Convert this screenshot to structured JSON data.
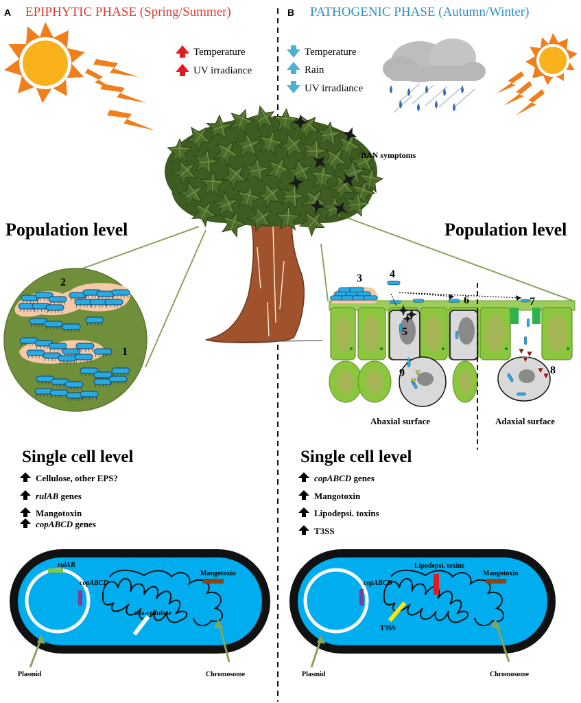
{
  "panels": {
    "a": {
      "letter": "A",
      "title": "EPIPHYTIC PHASE (Spring/Summer)",
      "title_color": "#e03a2f"
    },
    "b": {
      "letter": "B",
      "title": "PATHOGENIC PHASE (Autumn/Winter)",
      "title_color": "#2b8fc4"
    }
  },
  "climate_a": [
    {
      "label": "Temperature",
      "direction": "up",
      "color": "#e11b22"
    },
    {
      "label": "UV irradiance",
      "direction": "up",
      "color": "#e11b22"
    }
  ],
  "climate_b": [
    {
      "label": "Temperature",
      "direction": "down",
      "color": "#4fb0d6"
    },
    {
      "label": "Rain",
      "direction": "up",
      "color": "#4fb0d6"
    },
    {
      "label": "UV irradiance",
      "direction": "down",
      "color": "#4fb0d6"
    }
  ],
  "tree": {
    "symptom_label": "BAN symptoms"
  },
  "population": {
    "left_title": "Population level",
    "right_title": "Population level"
  },
  "circle_numbers": [
    "2",
    "1"
  ],
  "tissue_numbers": [
    "3",
    "4",
    "5",
    "6",
    "7",
    "8",
    "9"
  ],
  "surfaces": {
    "abaxial": "Abaxial  surface",
    "adaxial": "Adaxial  surface"
  },
  "single_cell": {
    "left_title": "Single cell level",
    "right_title": "Single cell level",
    "left_items": [
      {
        "text": "Cellulose, other EPS?",
        "italic": ""
      },
      {
        "italic": "rulAB",
        "text": " genes"
      },
      {
        "text": "Mangotoxin",
        "italic": ""
      },
      {
        "italic": "copABCD",
        "text": " genes"
      }
    ],
    "right_items": [
      {
        "italic": "copABCD",
        "text": " genes"
      },
      {
        "text": "Mangotoxin",
        "italic": ""
      },
      {
        "text": "Lipodepsi. toxins",
        "italic": ""
      },
      {
        "text": "T3SS",
        "italic": ""
      }
    ]
  },
  "bacterium_a": {
    "plasmid_genes": [
      "rulAB",
      "copABCD"
    ],
    "chromosome_genes": [
      "wss-cellulose",
      "Mangotoxin"
    ],
    "plasmid_label": "Plasmid",
    "chromosome_label": "Chromosome"
  },
  "bacterium_b": {
    "plasmid_genes": [
      "copABCD"
    ],
    "chromosome_genes": [
      "Lipodepsi. toxins",
      "Mangotoxin",
      "T3SS"
    ],
    "plasmid_label": "Plasmid",
    "chromosome_label": "Chromosome"
  },
  "colors": {
    "bacterium_fill": "#00aeef",
    "leaf_tissue": "#8cc63f",
    "population_circle": "#6f8f3b",
    "sun": "#f9a51b",
    "ray": "#f07f1b",
    "rulAB_marker": "#8cc63f",
    "copABCD_marker": "#7b3f98",
    "mangotoxin_marker": "#8b4513",
    "lipodepsi_marker": "#e11b22",
    "t3ss_marker": "#ffe500"
  }
}
